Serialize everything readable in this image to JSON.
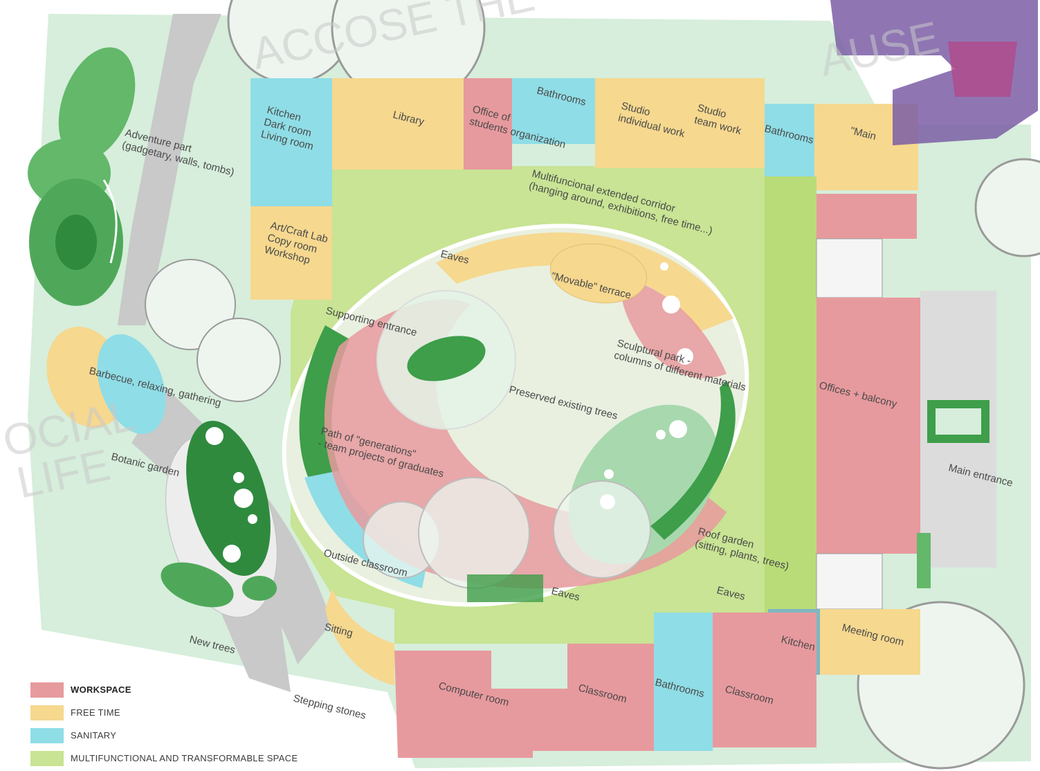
{
  "watermarks": [
    "ACCOSE THE",
    "AUSE",
    "OCIAL",
    "LIFE"
  ],
  "colors": {
    "workspace": "#e79a9e",
    "free_time": "#f6d88f",
    "sanitary": "#8fdde6",
    "multifunctional": "#c8e494",
    "grass": "#d6eedb",
    "path": "#c9c9c9",
    "green_dark": "#3e9e4a",
    "green_mid": "#63b86a"
  },
  "labels": {
    "kitchen": [
      "Kitchen",
      "Dark room",
      "Living room"
    ],
    "library": [
      "Library"
    ],
    "office_students": [
      "Office of",
      "students organization"
    ],
    "bathrooms_top": [
      "Bathrooms"
    ],
    "studio_individual": [
      "Studio",
      "individual work"
    ],
    "studio_team": [
      "Studio",
      "team work"
    ],
    "bathrooms_right": [
      "Bathrooms"
    ],
    "main_top": [
      "\"Main"
    ],
    "adventure": [
      "Adventure part",
      "(gadgetary, walls, tombs)"
    ],
    "corridor": [
      "Multifuncional extended corridor",
      "(hanging around, exhibitions, free time...)"
    ],
    "artcraft": [
      "Art/Craft Lab",
      "Copy room",
      "Workshop"
    ],
    "eaves_top": [
      "Eaves"
    ],
    "movable_terrace": [
      "\"Movable\" terrace"
    ],
    "supporting_entrance": [
      "Supporting entrance"
    ],
    "sculptural_park": [
      "Sculptural park -",
      "columns of different materials"
    ],
    "offices_balcony": [
      "Offices + balcony"
    ],
    "barbecue": [
      "Barbecue, relaxing, gathering"
    ],
    "preserved_trees": [
      "Preserved existing trees"
    ],
    "path_generations": [
      "Path of \"generations\"",
      "- team projects of graduates"
    ],
    "botanic_garden": [
      "Botanic garden"
    ],
    "main_entrance": [
      "Main entrance"
    ],
    "roof_garden": [
      "Roof garden",
      "(sitting, plants, trees)"
    ],
    "outside_classroom": [
      "Outside classroom"
    ],
    "eaves_bottom": [
      "Eaves"
    ],
    "eaves_right": [
      "Eaves"
    ],
    "sitting": [
      "Sitting"
    ],
    "new_trees": [
      "New trees"
    ],
    "kitchen_bottom": [
      "Kitchen"
    ],
    "meeting_room": [
      "Meeting room"
    ],
    "computer_room": [
      "Computer room"
    ],
    "classroom_1": [
      "Classroom"
    ],
    "bathrooms_bottom": [
      "Bathrooms"
    ],
    "classroom_2": [
      "Classroom"
    ],
    "stepping_stones": [
      "Stepping stones"
    ]
  },
  "legend": [
    {
      "key": "workspace",
      "label": "WORKSPACE"
    },
    {
      "key": "free_time",
      "label": "FREE TIME"
    },
    {
      "key": "sanitary",
      "label": "SANITARY"
    },
    {
      "key": "multifunctional",
      "label": "MULTIFUNCTIONAL AND TRANSFORMABLE SPACE"
    }
  ]
}
